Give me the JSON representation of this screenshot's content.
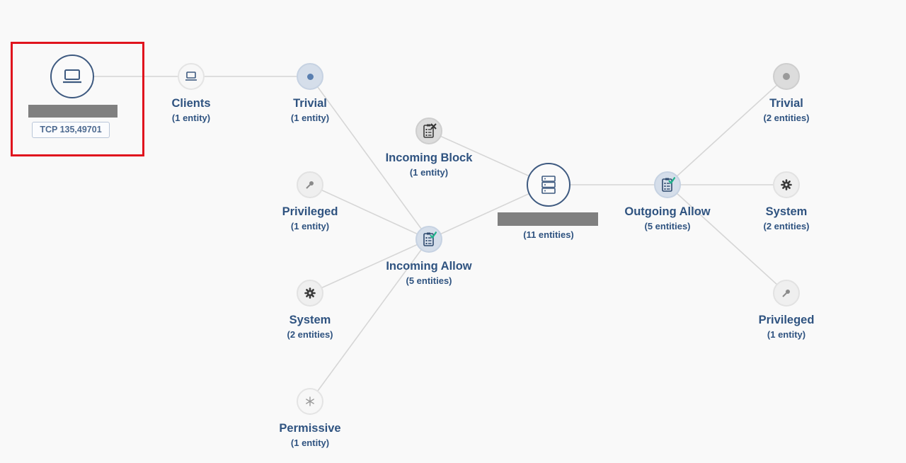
{
  "source": {
    "port_badge": "TCP 135,49701"
  },
  "clients": {
    "label": "Clients",
    "count": "(1 entity)"
  },
  "left_trivial": {
    "label": "Trivial",
    "count": "(1 entity)"
  },
  "left_privileged": {
    "label": "Privileged",
    "count": "(1 entity)"
  },
  "left_system": {
    "label": "System",
    "count": "(2 entities)"
  },
  "left_permissive": {
    "label": "Permissive",
    "count": "(1 entity)"
  },
  "incoming_block": {
    "label": "Incoming Block",
    "count": "(1 entity)"
  },
  "incoming_allow": {
    "label": "Incoming Allow",
    "count": "(5 entities)"
  },
  "center_server": {
    "count": "(11 entities)"
  },
  "outgoing_allow": {
    "label": "Outgoing Allow",
    "count": "(5 entities)"
  },
  "right_trivial": {
    "label": "Trivial",
    "count": "(2 entities)"
  },
  "right_system": {
    "label": "System",
    "count": "(2 entities)"
  },
  "right_privileged": {
    "label": "Privileged",
    "count": "(1 entity)"
  },
  "icons": {
    "source": "laptop-icon",
    "clients": "laptop-icon",
    "trivial": "dot-icon",
    "privileged": "key-icon",
    "system": "gear-icon",
    "permissive": "asterisk-icon",
    "incoming_block": "checklist-blocked-icon",
    "incoming_allow": "checklist-allowed-icon",
    "server": "server-icon",
    "outgoing_allow": "checklist-allowed-icon"
  },
  "colors": {
    "label": "#2f5380",
    "highlight_border": "#e0141e",
    "allow_check": "#1fb28a",
    "block_x": "#333333",
    "redaction": "#808080"
  }
}
